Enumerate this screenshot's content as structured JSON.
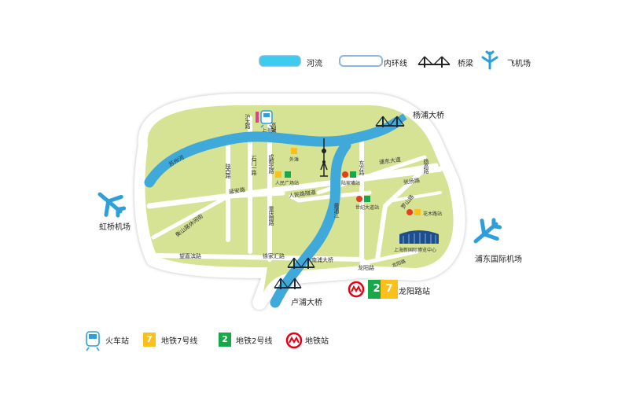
{
  "colors": {
    "land": "#d6e394",
    "river": "#3fa9d9",
    "road": "#ffffff",
    "line7": "#fbc11a",
    "line2": "#17a84a",
    "metro_logo": "#e60012",
    "plane": "#2f9fdc",
    "train": "#2f9fdc"
  },
  "legend_top": {
    "river": "河流",
    "ring": "内环线",
    "bridge": "桥梁",
    "airport": "飞机场"
  },
  "legend_bottom": {
    "train": "火车站",
    "line7_num": "7",
    "line7": "地铁7号线",
    "line2_num": "2",
    "line2": "地铁2号线",
    "metro": "地铁站"
  },
  "places": {
    "yangpu_bridge": "杨浦大桥",
    "hongqiao": "虹桥机场",
    "pudong": "浦东国际机场",
    "lupu_bridge": "卢浦大桥",
    "nanpu_bridge": "南浦大桥",
    "longyang_station": "龙阳路站",
    "longyang_road": "龙阳路",
    "expo": "上海新国际博览中心",
    "huangpu_river": "黄浦江",
    "suzhou_creek": "苏州河"
  },
  "roads": {
    "hutai": "沪太路",
    "gaojia": "高架",
    "shimen": "石门一路",
    "shaanxi": "陕西路",
    "chengdu": "成都北路",
    "yanan": "延安路",
    "renmin": "人民路隧道",
    "dongfang": "东方路",
    "pudong_ave": "浦东大道",
    "zhangyang": "张扬路",
    "luoshan": "罗山路",
    "yanggao": "杨高路",
    "chongqing": "重庆南路",
    "hengshan": "衡山路休闲街",
    "wangyue": "望嘉滨路",
    "xujiahui": "徐家汇路"
  },
  "stations": {
    "shanghai_station": "上海站",
    "waitan": "外滩",
    "renmin_sq": "人民广场站",
    "lujiazui": "陆家嘴站",
    "century_ave": "世纪大道站",
    "huamu": "花木路站",
    "longyang_tiny": "龙阳路"
  },
  "badges": {
    "two": "2",
    "seven": "7"
  }
}
